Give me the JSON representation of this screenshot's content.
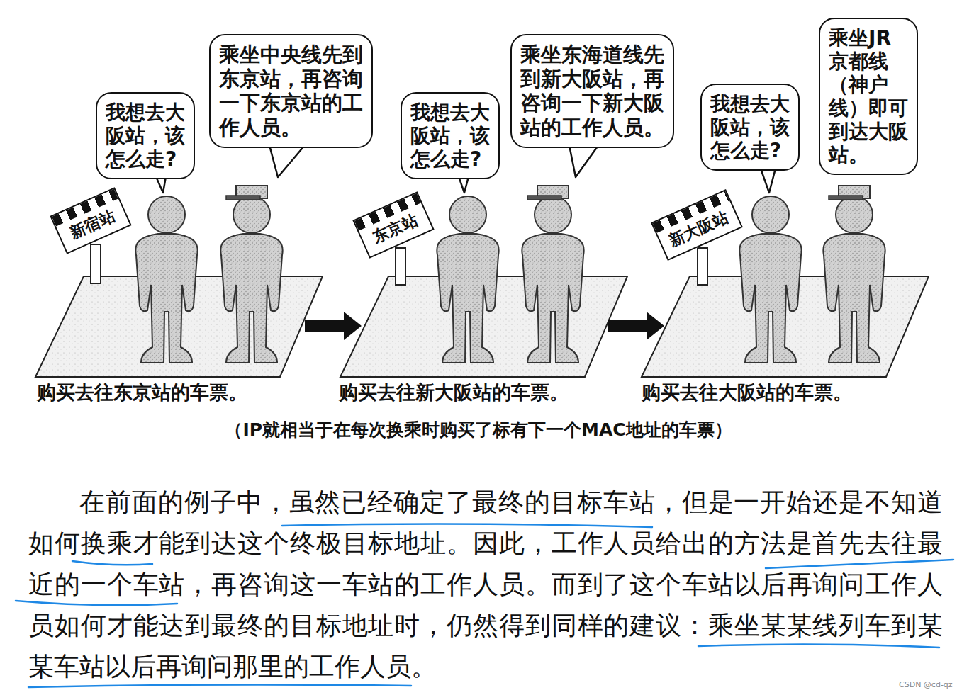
{
  "diagram": {
    "caption": "（IP就相当于在每次换乘时购买了标有下一个MAC地址的车票）",
    "nodes": [
      {
        "text": [
          "我想去大阪站，该怎么走?"
        ]
      },
      {
        "text": [
          "乘坐中央线先到东京站，再咨询一下东京站的工作人员。"
        ]
      },
      {
        "text": [
          "新宿站"
        ]
      },
      {
        "text": [
          "我想去大阪站，该怎么走?"
        ]
      },
      {
        "text": [
          "乘坐东海道线先到新大阪站，再咨询一下新大阪站的工作人员。"
        ]
      },
      {
        "text": [
          "东京站"
        ]
      },
      {
        "text": [
          "我想去大阪站，该怎么走?"
        ]
      },
      {
        "text": [
          "乘坐JR京都线（神户线）即可到达大阪站。"
        ]
      },
      {
        "text": [
          "新大阪站"
        ]
      }
    ],
    "labels": [
      "购买去往东京站的车票。",
      "购买去往新大阪站的车票。",
      "购买去往大阪站的车票。",
      "在前面的例子中，虽然已经确定了最终的目标车站，但是一开始还是不知道如何换乘才能到达这个终极目标地址。因此，工作人员给出的方法是首先去往最近的一个车站，再咨询这一车站的工作人员。而到了这个车站以后再询问工作人员如何才能达到最终的目标地址时，仍然得到同样的建议：乘坐某某线列车到某某车站以后再询问那里的工作人员。",
      "CSDN @cd-qz"
    ]
  }
}
